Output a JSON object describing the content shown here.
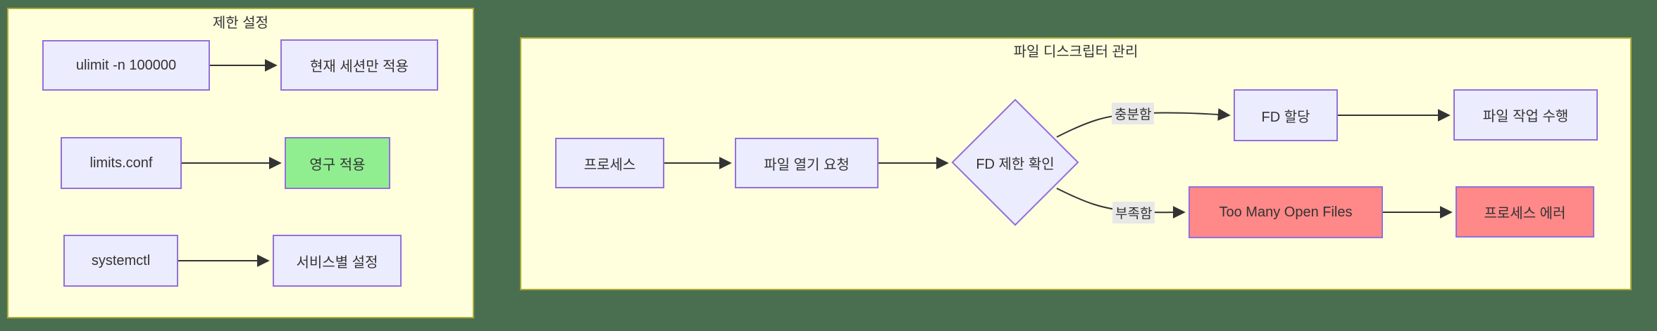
{
  "diagram": {
    "colors": {
      "page_background": "#4a6f50",
      "panel_fill": "#ffffde",
      "panel_border": "#aaaa33",
      "node_fill": "#ececff",
      "node_border": "#9370db",
      "success_node_fill": "#90ee90",
      "error_node_fill": "#ff8888",
      "edge_color": "#333333",
      "edge_label_background": "#e8e8e8",
      "text_color": "#333333"
    },
    "left_panel": {
      "title": "제한 설정",
      "nodes": {
        "ulimit": "ulimit -n 100000",
        "session_only": "현재 세션만 적용",
        "limits_conf": "limits.conf",
        "permanent": "영구 적용",
        "systemctl": "systemctl",
        "per_service": "서비스별 설정"
      }
    },
    "right_panel": {
      "title": "파일 디스크립터 관리",
      "nodes": {
        "process": "프로세스",
        "file_open_request": "파일 열기 요청",
        "fd_limit_check": "FD 제한 확인",
        "fd_allocate": "FD 할당",
        "file_operation": "파일 작업 수행",
        "too_many_open_files": "Too Many Open Files",
        "process_error": "프로세스 에러"
      },
      "edge_labels": {
        "sufficient": "충분함",
        "insufficient": "부족함"
      }
    }
  }
}
